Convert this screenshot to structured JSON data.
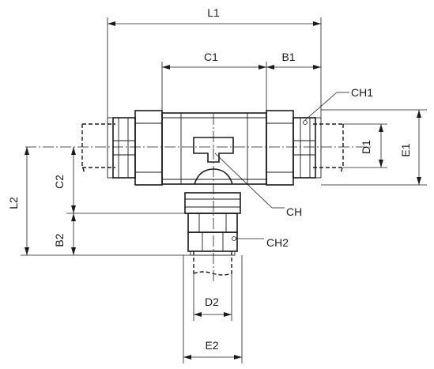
{
  "labels": {
    "L1": "L1",
    "C1": "C1",
    "B1": "B1",
    "CH1": "CH1",
    "D1": "D1",
    "E1": "E1",
    "C2": "C2",
    "L2": "L2",
    "B2": "B2",
    "CH": "CH",
    "CH2": "CH2",
    "D2": "D2",
    "E2": "E2"
  },
  "colors": {
    "line": "#1a1a1a",
    "background": "#ffffff"
  }
}
